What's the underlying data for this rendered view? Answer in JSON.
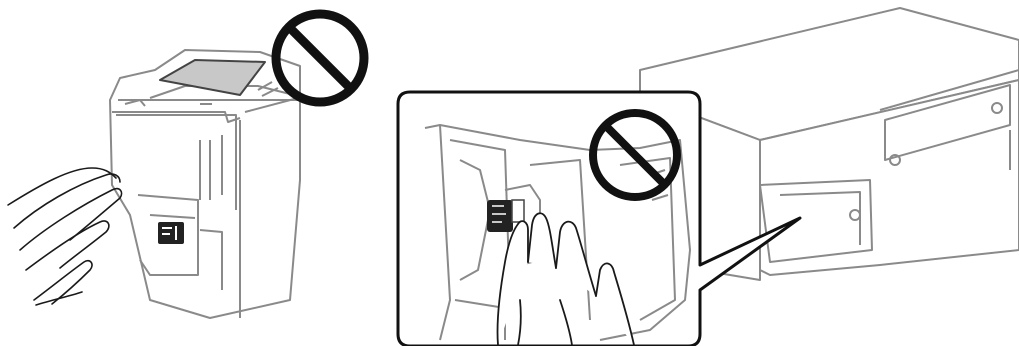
{
  "figure": {
    "panels": [
      {
        "id": "left",
        "subject": "maintenance-box",
        "prohibited": true
      },
      {
        "id": "right",
        "subject": "printer-with-detail-callout",
        "prohibited": true
      }
    ],
    "colors": {
      "line": "#8a8a8a",
      "line_dark": "#1a1a1a",
      "fill": "#ffffff",
      "shade": "#c8c8c8",
      "dark_part": "#222222",
      "prohibit": "#111111"
    },
    "icons": [
      "prohibition-icon",
      "hand-icon",
      "chip-icon"
    ]
  }
}
